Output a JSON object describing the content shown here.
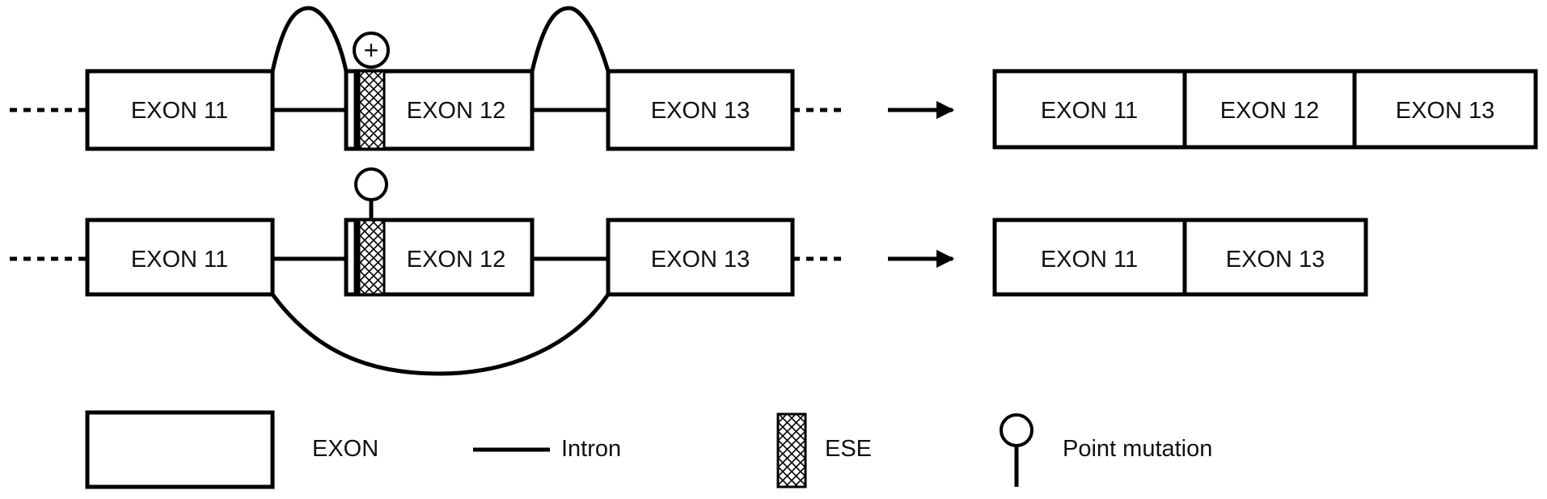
{
  "top_row": {
    "exons": [
      "EXON 11",
      "EXON 12",
      "EXON 13"
    ],
    "ese_marker": "+",
    "result": [
      "EXON 11",
      "EXON 12",
      "EXON 13"
    ]
  },
  "bottom_row": {
    "exons": [
      "EXON 11",
      "EXON 12",
      "EXON 13"
    ],
    "result": [
      "EXON 11",
      "EXON 13"
    ]
  },
  "legend": {
    "exon": "EXON",
    "intron": "Intron",
    "ese": "ESE",
    "point_mutation": "Point mutation"
  },
  "colors": {
    "stroke": "#000000",
    "background": "#ffffff"
  }
}
